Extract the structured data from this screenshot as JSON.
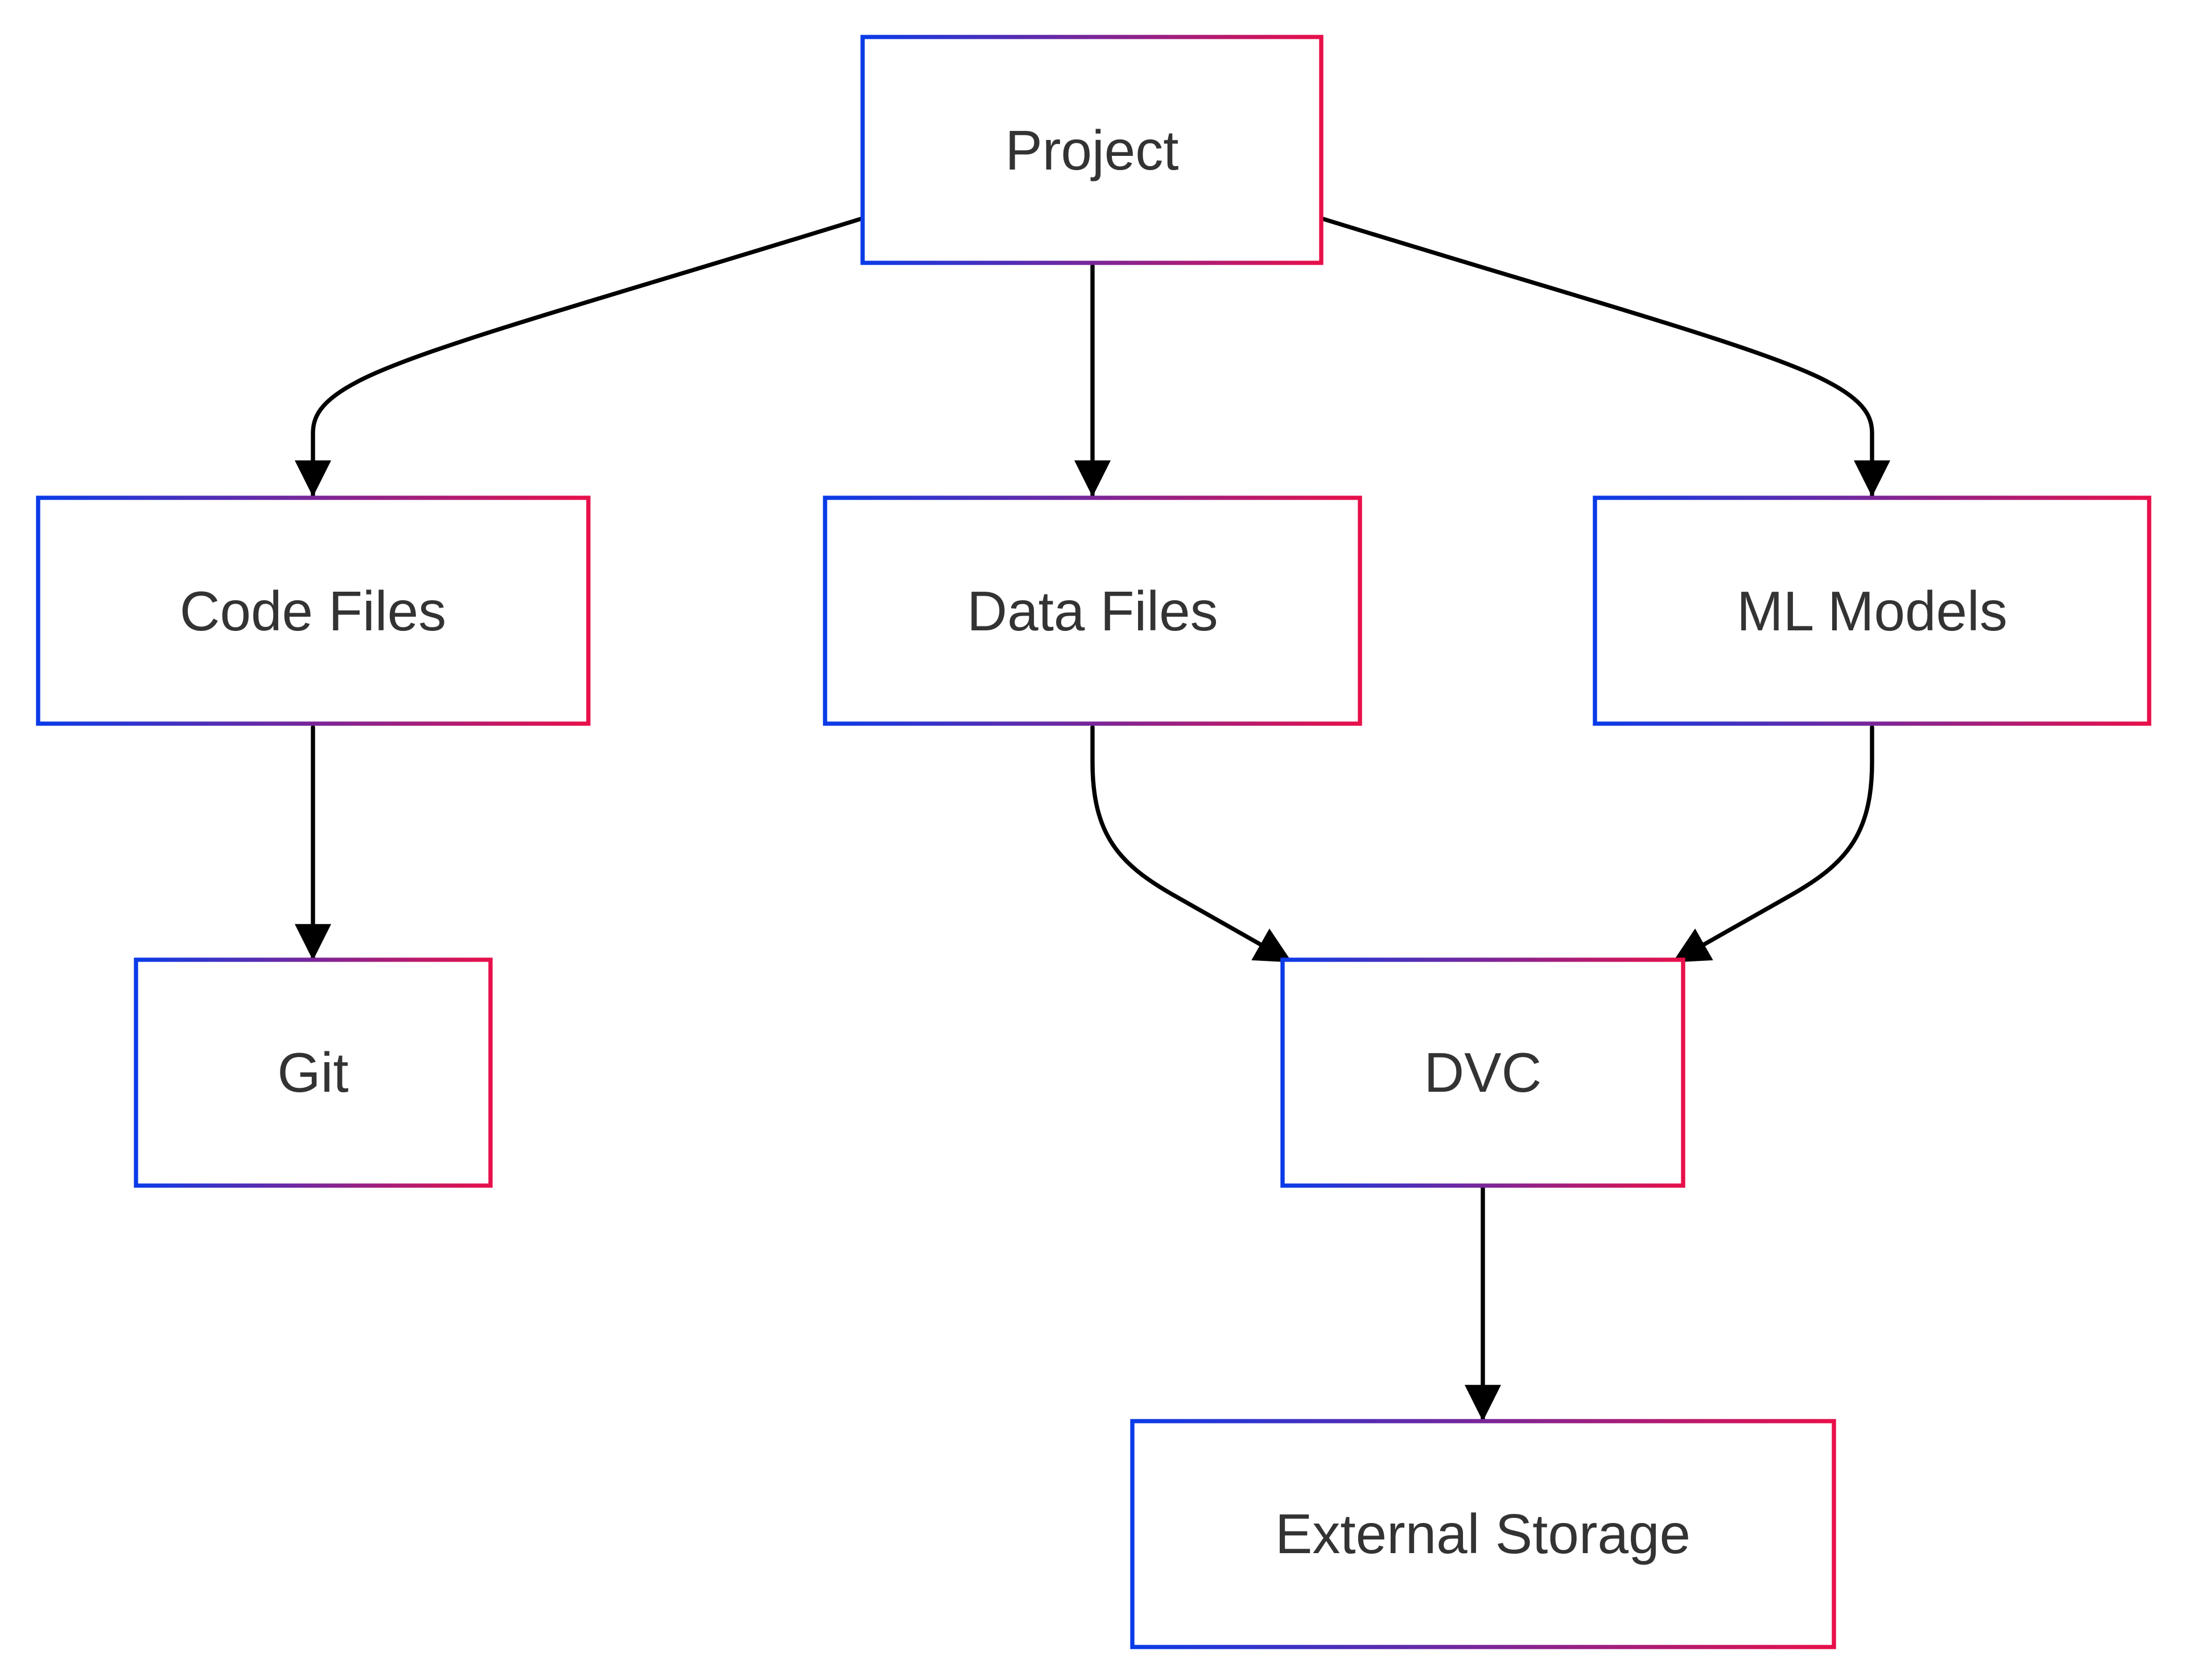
{
  "diagram": {
    "type": "flowchart",
    "direction": "top-down",
    "colors": {
      "border_gradient_start": "#0a3be8",
      "border_gradient_end": "#e8104a",
      "edge": "#000000",
      "text": "#333333",
      "background": "#ffffff"
    },
    "nodes": {
      "project": "Project",
      "code_files": "Code Files",
      "data_files": "Data Files",
      "ml_models": "ML Models",
      "git": "Git",
      "dvc": "DVC",
      "external_storage": "External Storage"
    },
    "edges": [
      {
        "from": "project",
        "to": "code_files"
      },
      {
        "from": "project",
        "to": "data_files"
      },
      {
        "from": "project",
        "to": "ml_models"
      },
      {
        "from": "code_files",
        "to": "git"
      },
      {
        "from": "data_files",
        "to": "dvc"
      },
      {
        "from": "ml_models",
        "to": "dvc"
      },
      {
        "from": "dvc",
        "to": "external_storage"
      }
    ]
  }
}
